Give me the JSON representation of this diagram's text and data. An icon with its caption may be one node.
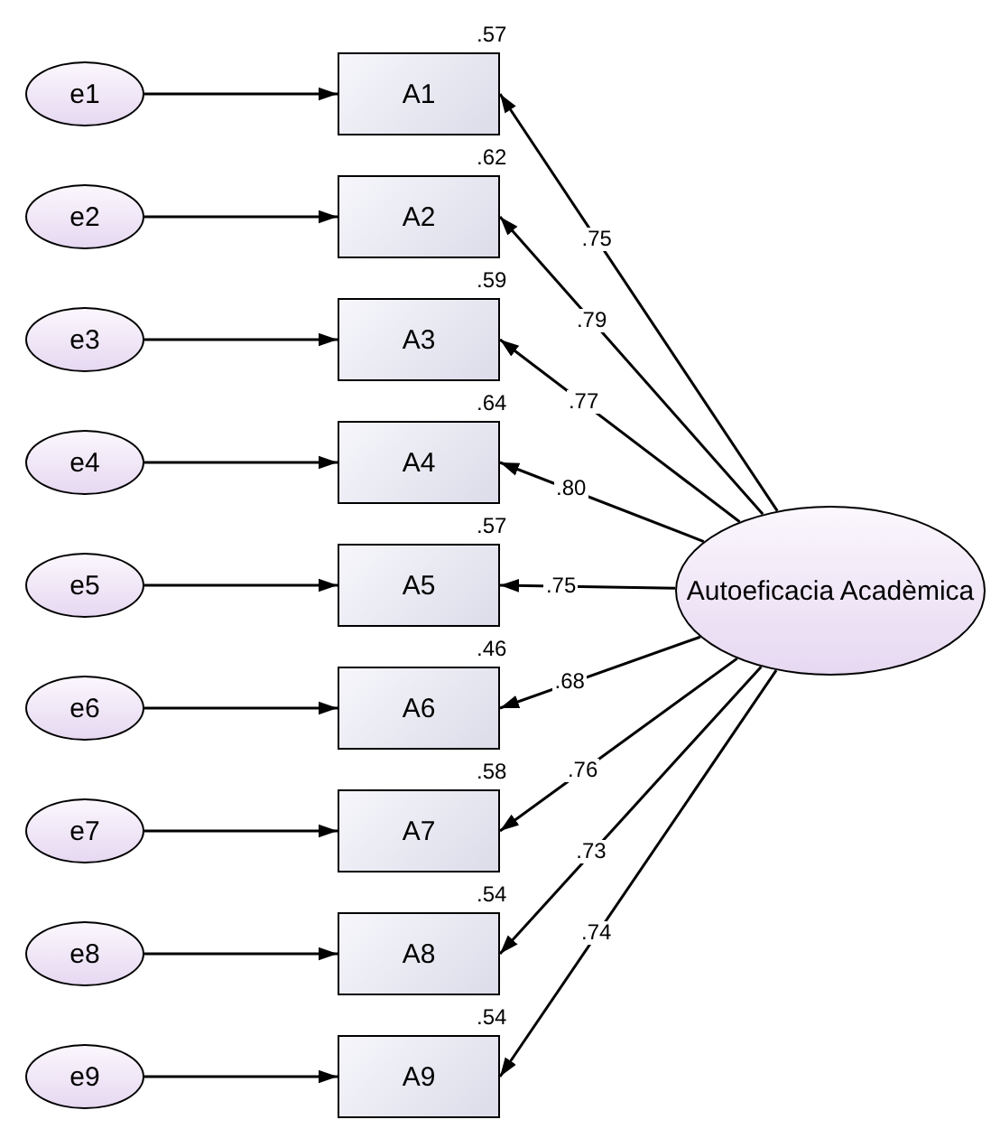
{
  "diagram": {
    "nodes": [
      {
        "text": [
          "e1"
        ]
      },
      {
        "text": [
          "A1"
        ],
        "beside": [
          ".57"
        ]
      },
      {
        "text": [
          "e2"
        ]
      },
      {
        "text": [
          "A2"
        ],
        "beside": [
          ".62"
        ]
      },
      {
        "text": [
          "e3"
        ]
      },
      {
        "text": [
          "A3"
        ],
        "beside": [
          ".59"
        ]
      },
      {
        "text": [
          "e4"
        ]
      },
      {
        "text": [
          "A4"
        ],
        "beside": [
          ".64"
        ]
      },
      {
        "text": [
          "e5"
        ]
      },
      {
        "text": [
          "A5"
        ],
        "beside": [
          ".57"
        ]
      },
      {
        "text": [
          "e6"
        ]
      },
      {
        "text": [
          "A6"
        ],
        "beside": [
          ".46"
        ]
      },
      {
        "text": [
          "e7"
        ]
      },
      {
        "text": [
          "A7"
        ],
        "beside": [
          ".58"
        ]
      },
      {
        "text": [
          "e8"
        ]
      },
      {
        "text": [
          "A8"
        ],
        "beside": [
          ".54"
        ]
      },
      {
        "text": [
          "e9"
        ]
      },
      {
        "text": [
          "A9"
        ],
        "beside": [
          ".54"
        ]
      },
      {
        "text": [
          "Autoeficacia Acadèmica"
        ]
      }
    ],
    "edges": [
      {
        "from": 0,
        "to": 1,
        "arrow": "to"
      },
      {
        "from": 2,
        "to": 3,
        "arrow": "to"
      },
      {
        "from": 4,
        "to": 5,
        "arrow": "to"
      },
      {
        "from": 6,
        "to": 7,
        "arrow": "to"
      },
      {
        "from": 8,
        "to": 9,
        "arrow": "to"
      },
      {
        "from": 10,
        "to": 11,
        "arrow": "to"
      },
      {
        "from": 12,
        "to": 13,
        "arrow": "to"
      },
      {
        "from": 14,
        "to": 15,
        "arrow": "to"
      },
      {
        "from": 16,
        "to": 17,
        "arrow": "to"
      },
      {
        "from": 18,
        "to": 1,
        "arrow": "to",
        "label": ".75"
      },
      {
        "from": 18,
        "to": 3,
        "arrow": "to",
        "label": ".79"
      },
      {
        "from": 18,
        "to": 5,
        "arrow": "to",
        "label": ".77"
      },
      {
        "from": 18,
        "to": 7,
        "arrow": "to",
        "label": ".80"
      },
      {
        "from": 18,
        "to": 9,
        "arrow": "to",
        "label": ".75"
      },
      {
        "from": 18,
        "to": 11,
        "arrow": "to",
        "label": ".68"
      },
      {
        "from": 18,
        "to": 13,
        "arrow": "to",
        "label": ".76"
      },
      {
        "from": 18,
        "to": 15,
        "arrow": "to",
        "label": ".73"
      },
      {
        "from": 18,
        "to": 17,
        "arrow": "to",
        "label": ".74"
      }
    ]
  }
}
